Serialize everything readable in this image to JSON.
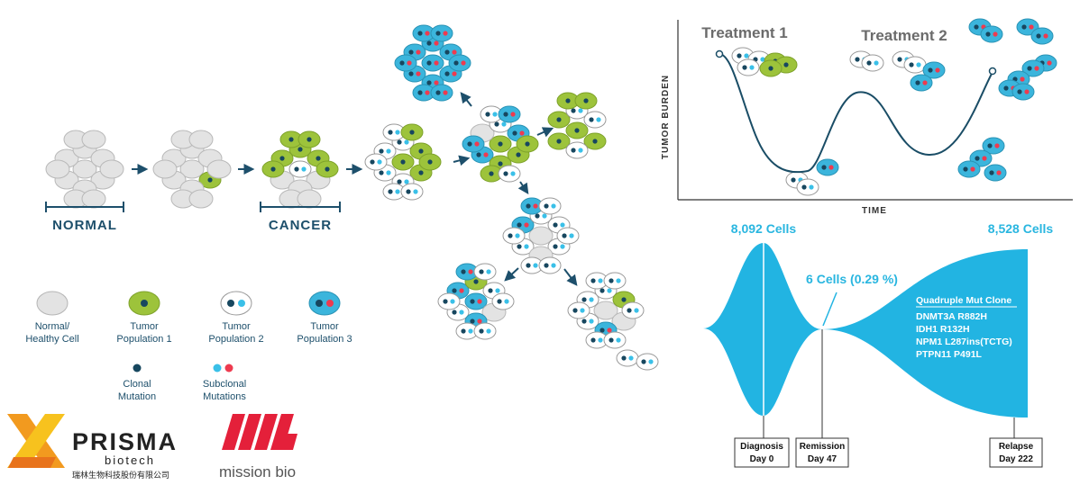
{
  "evolution": {
    "normal_label": "NORMAL",
    "cancer_label": "CANCER"
  },
  "legend": {
    "normal_line1": "Normal/",
    "normal_line2": "Healthy Cell",
    "pop1_line1": "Tumor",
    "pop1_line2": "Population 1",
    "pop2_line1": "Tumor",
    "pop2_line2": "Population 2",
    "pop3_line1": "Tumor",
    "pop3_line2": "Population 3",
    "clonal_line1": "Clonal",
    "clonal_line2": "Mutation",
    "subclonal_line1": "Subclonal",
    "subclonal_line2": "Mutations"
  },
  "treatment_chart": {
    "treatment1": "Treatment 1",
    "treatment2": "Treatment 2",
    "ylabel": "TUMOR BURDEN",
    "xlabel": "TIME"
  },
  "fish_plot": {
    "start_cells": "8,092 Cells",
    "end_cells": "8,528 Cells",
    "remission_cells": "6 Cells (0.29 %)",
    "clone_title": "Quadruple Mut Clone",
    "mutations": [
      "DNMT3A R882H",
      "IDH1 R132H",
      "NPM1 L287ins(TCTG)",
      "PTPN11 P491L"
    ],
    "timepoints": [
      {
        "line1": "Diagnosis",
        "line2": "Day 0"
      },
      {
        "line1": "Remission",
        "line2": "Day 47"
      },
      {
        "line1": "Relapse",
        "line2": "Day 222"
      }
    ]
  },
  "logos": {
    "prisma_name": "PRISMA",
    "prisma_sub": "biotech",
    "prisma_cn": "瑞林生物科技股份有限公司",
    "missionbio_name": "mission bio"
  },
  "colors": {
    "normal_cell": "#e3e3e3",
    "green_cell": "#9dc33b",
    "blue_cell": "#3bb5dc",
    "dark_dot": "#17475f",
    "red_dot": "#ee3b4f",
    "light_dot": "#3ac0e8",
    "fish": "#22b4e2"
  }
}
